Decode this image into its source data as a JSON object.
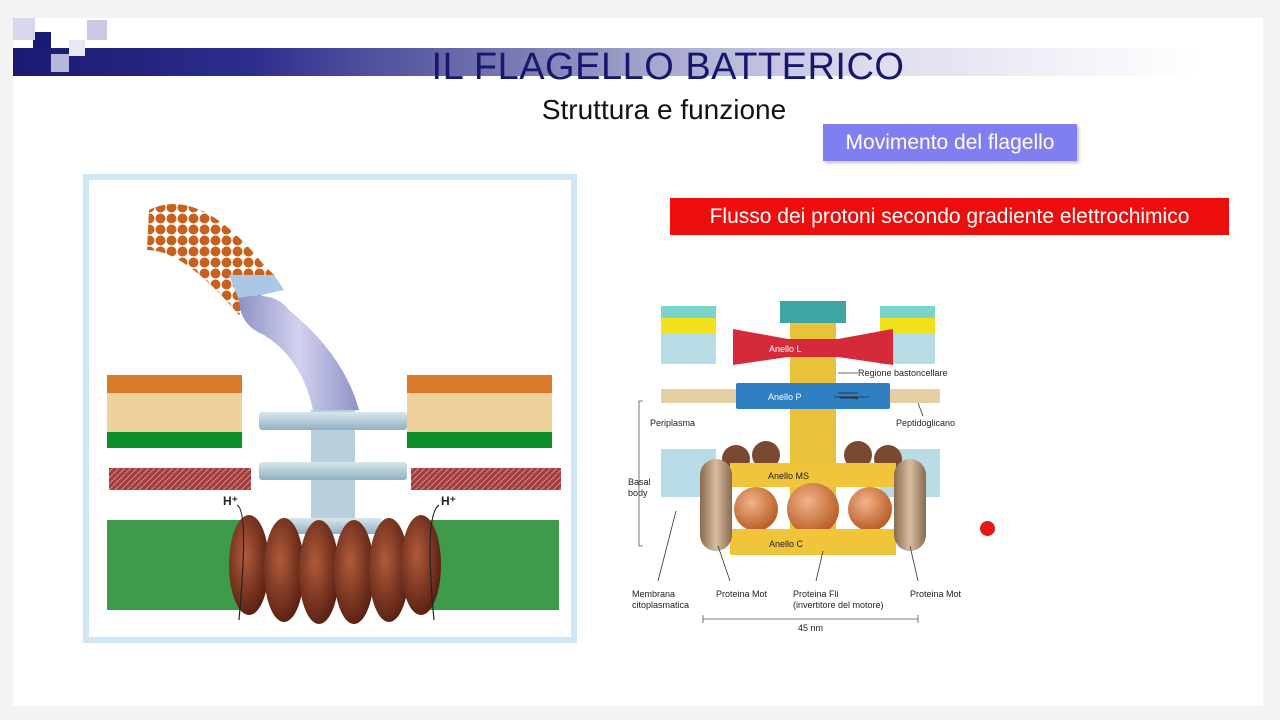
{
  "slide": {
    "title": "IL FLAGELLO BATTERICO",
    "subtitle": "Struttura e funzione",
    "movement_label": "Movimento del flagello",
    "proton_flow_label": "Flusso dei protoni secondo gradiente elettrochimico"
  },
  "figure_left": {
    "proton_left": "H⁺",
    "proton_right": "H⁺"
  },
  "figure_right": {
    "labels": {
      "ring_l": "Anello L",
      "ring_p": "Anello P",
      "ring_ms": "Anello MS",
      "ring_c": "Anello C",
      "rod_region": "Regione bastoncellare",
      "peptidoglycan": "Peptidoglicano",
      "periplasm": "Periplasma",
      "basal_body_1": "Basal",
      "basal_body_2": "body",
      "membrane_1": "Membrana",
      "membrane_2": "citoplasmatica",
      "mot_left": "Proteina Mot",
      "fli_1": "Proteina Fli",
      "fli_2": "(invertitore del motore)",
      "mot_right": "Proteina Mot",
      "scale": "45 nm"
    }
  },
  "colors": {
    "title": "#17176e",
    "movement_bg": "#7f7ff2",
    "proton_flow_bg": "#ee0d0d",
    "pointer_dot": "#e41616"
  }
}
